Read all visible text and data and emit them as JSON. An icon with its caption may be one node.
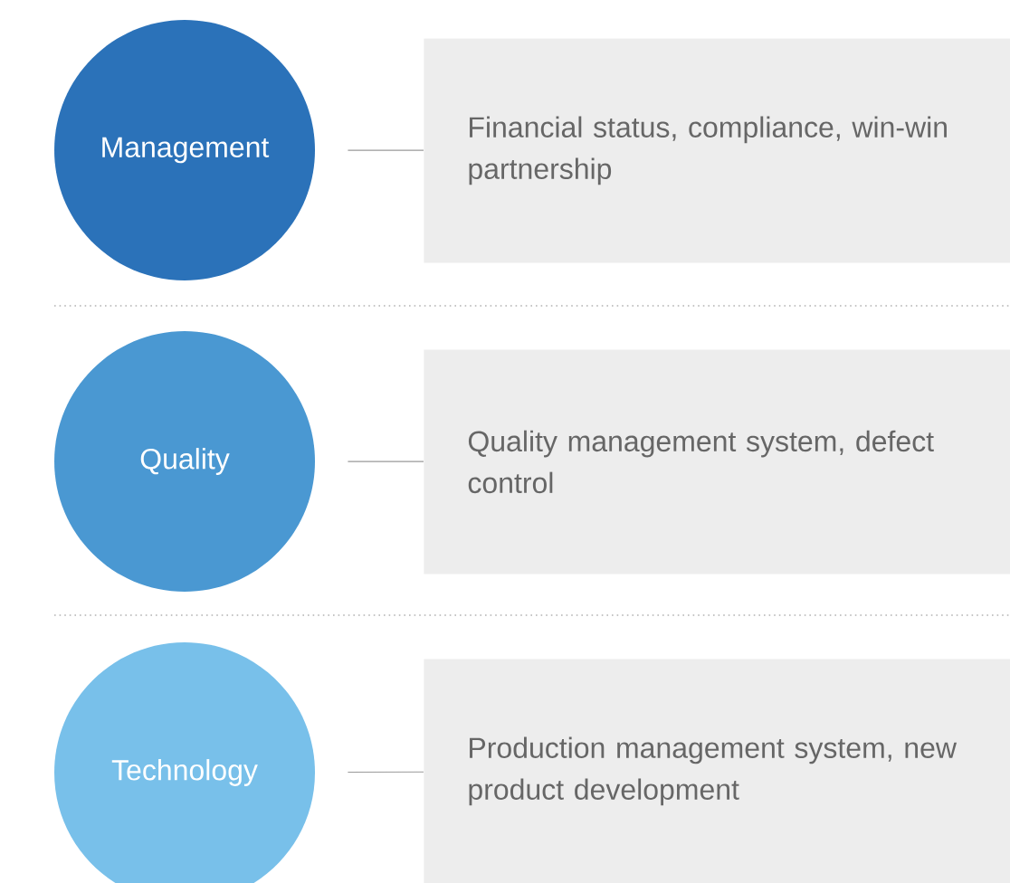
{
  "diagram": {
    "nodes": [
      {
        "text": [
          "Management"
        ]
      },
      {
        "text": [
          "Financial status, compliance, win-win partnership"
        ]
      },
      {
        "text": [
          "Quality"
        ]
      },
      {
        "text": [
          "Quality management system, defect control"
        ]
      },
      {
        "text": [
          "Technology"
        ]
      },
      {
        "text": [
          "Production management system, new product development"
        ]
      }
    ],
    "edges": [
      {
        "from": 0,
        "to": 1,
        "arrow": "none"
      },
      {
        "from": 2,
        "to": 3,
        "arrow": "none"
      },
      {
        "from": 4,
        "to": 5,
        "arrow": "none"
      }
    ]
  }
}
